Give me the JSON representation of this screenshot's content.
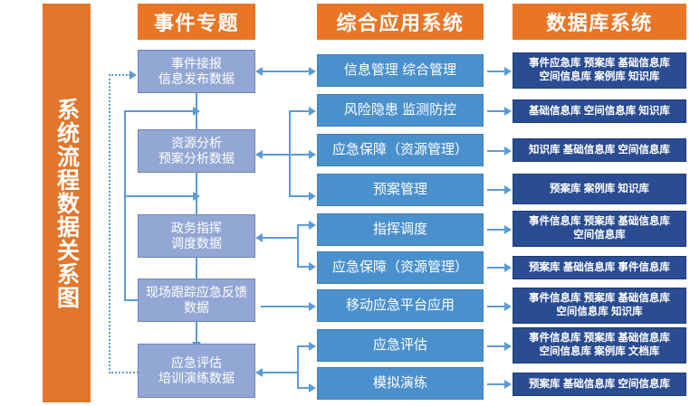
{
  "sidebar": {
    "title": "系统流程数据关系图"
  },
  "columns": [
    {
      "id": "col-event-topic",
      "header": "事件专题"
    },
    {
      "id": "col-integrated-system",
      "header": "综合应用系统"
    },
    {
      "id": "col-database-system",
      "header": "数据库系统"
    }
  ],
  "event_topic_boxes": [
    {
      "id": "event-intake",
      "line1": "事件接报",
      "line2": "信息发布数据"
    },
    {
      "id": "resource-analysis",
      "line1": "资源分析",
      "line2": "预案分析数据"
    },
    {
      "id": "gov-command",
      "line1": "政务指挥",
      "line2": "调度数据"
    },
    {
      "id": "scene-tracking",
      "line1": "现场跟踪应急反馈",
      "line2": "数据"
    },
    {
      "id": "emergency-eval",
      "line1": "应急评估",
      "line2": "培训演练数据"
    }
  ],
  "application_boxes": [
    {
      "id": "app-info-mgmt",
      "label": "信息管理  综合管理"
    },
    {
      "id": "app-risk-monitor",
      "label": "风险隐患  监测防控"
    },
    {
      "id": "app-emerg-support-1",
      "label": "应急保障（资源管理）"
    },
    {
      "id": "app-plan-mgmt",
      "label": "预案管理"
    },
    {
      "id": "app-command-dispatch",
      "label": "指挥调度"
    },
    {
      "id": "app-emerg-support-2",
      "label": "应急保障（资源管理）"
    },
    {
      "id": "app-mobile-platform",
      "label": "移动应急平台应用"
    },
    {
      "id": "app-emerg-eval",
      "label": "应急评估"
    },
    {
      "id": "app-simulation",
      "label": "模拟演练"
    }
  ],
  "database_boxes": [
    {
      "id": "db-1",
      "line1": "事件应急库  预案库  基础信息库",
      "line2": "空间信息库  案例库  知识库"
    },
    {
      "id": "db-2",
      "line1": "基础信息库  空间信息库  知识库",
      "line2": ""
    },
    {
      "id": "db-3",
      "line1": "知识库  基础信息库  空间信息库",
      "line2": ""
    },
    {
      "id": "db-4",
      "line1": "预案库  案例库  知识库",
      "line2": ""
    },
    {
      "id": "db-5",
      "line1": "事件信息库  预案库  基础信息库",
      "line2": "空间信息库"
    },
    {
      "id": "db-6",
      "line1": "预案库  基础信息库  事件信息库",
      "line2": ""
    },
    {
      "id": "db-7",
      "line1": "事件信息库  预案库  基础信息库",
      "line2": "空间信息库  知识库"
    },
    {
      "id": "db-8",
      "line1": "事件信息库  预案库  基础信息库",
      "line2": "空间信息库  案例库  文档库"
    },
    {
      "id": "db-9",
      "line1": "预案库  基础信息库  空间信息库",
      "line2": ""
    }
  ],
  "colors": {
    "header_orange": "#e97626",
    "sidebar_orange": "#e2762a",
    "column1_blue": "#93a7d4",
    "column2_blue": "#4a90cd",
    "column3_navy": "#2a4c92",
    "connector_blue": "#5b9bd5",
    "background": "#ffffff"
  }
}
